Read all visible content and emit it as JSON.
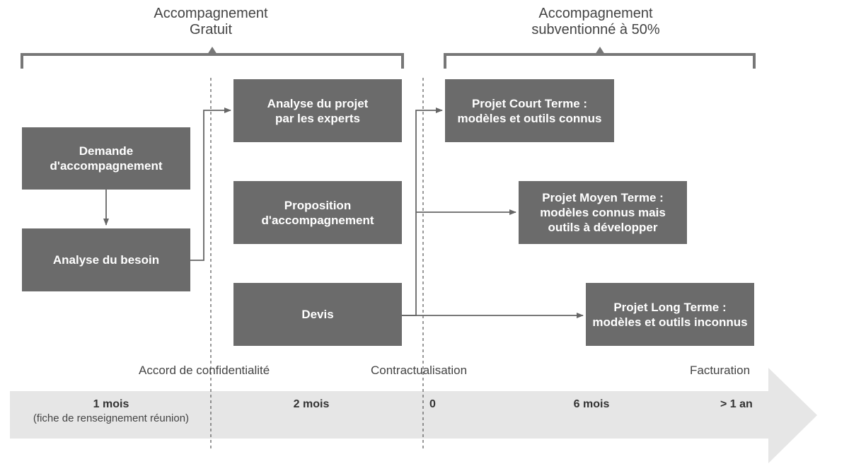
{
  "header": {
    "free": {
      "line1": "Accompagnement",
      "line2": "Gratuit"
    },
    "subsidized": {
      "line1": "Accompagnement",
      "line2": "subventionné à 50%"
    }
  },
  "boxes": {
    "demande": "Demande\nd'accompagnement",
    "besoin": "Analyse du besoin",
    "analyse_projet": "Analyse du projet\npar les experts",
    "proposition": "Proposition\nd'accompagnement",
    "devis": "Devis",
    "court": "Projet Court Terme :\nmodèles et outils connus",
    "moyen": "Projet Moyen Terme :\nmodèles connus mais\noutils à développer",
    "long": "Projet Long Terme :\nmodèles et outils inconnus"
  },
  "milestones": {
    "confidentialite": "Accord de confidentialité",
    "contractualisation": "Contractualisation",
    "facturation": "Facturation"
  },
  "timeline": {
    "seg1_main": "1 mois",
    "seg1_sub": "(fiche de renseignement réunion)",
    "seg2_main": "2 mois",
    "seg3_zero": "0",
    "seg3_main": "6 mois",
    "seg3_end": "> 1 an"
  },
  "colors": {
    "box": "#6b6b6b",
    "arrow_band": "#e6e6e6",
    "line": "#666666"
  }
}
